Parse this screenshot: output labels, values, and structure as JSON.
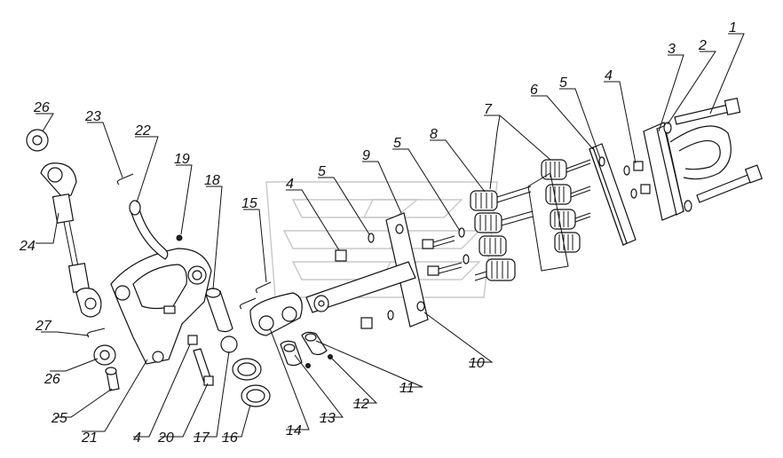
{
  "callouts": [
    {
      "id": "c1",
      "text": "1"
    },
    {
      "id": "c2",
      "text": "2"
    },
    {
      "id": "c3",
      "text": "3"
    },
    {
      "id": "c4a",
      "text": "4"
    },
    {
      "id": "c5a",
      "text": "5"
    },
    {
      "id": "c6",
      "text": "6"
    },
    {
      "id": "c7",
      "text": "7"
    },
    {
      "id": "c8",
      "text": "8"
    },
    {
      "id": "c5b",
      "text": "5"
    },
    {
      "id": "c9",
      "text": "9"
    },
    {
      "id": "c5c",
      "text": "5"
    },
    {
      "id": "c4b",
      "text": "4"
    },
    {
      "id": "c15",
      "text": "15"
    },
    {
      "id": "c18",
      "text": "18"
    },
    {
      "id": "c19",
      "text": "19"
    },
    {
      "id": "c22",
      "text": "22"
    },
    {
      "id": "c23",
      "text": "23"
    },
    {
      "id": "c26a",
      "text": "26"
    },
    {
      "id": "c24",
      "text": "24"
    },
    {
      "id": "c27",
      "text": "27"
    },
    {
      "id": "c26b",
      "text": "26"
    },
    {
      "id": "c25",
      "text": "25"
    },
    {
      "id": "c21",
      "text": "21"
    },
    {
      "id": "c4c",
      "text": "4"
    },
    {
      "id": "c20",
      "text": "20"
    },
    {
      "id": "c17",
      "text": "17"
    },
    {
      "id": "c16",
      "text": "16"
    },
    {
      "id": "c14",
      "text": "14"
    },
    {
      "id": "c13",
      "text": "13"
    },
    {
      "id": "c12",
      "text": "12"
    },
    {
      "id": "c11",
      "text": "11"
    },
    {
      "id": "c10",
      "text": "10"
    }
  ]
}
